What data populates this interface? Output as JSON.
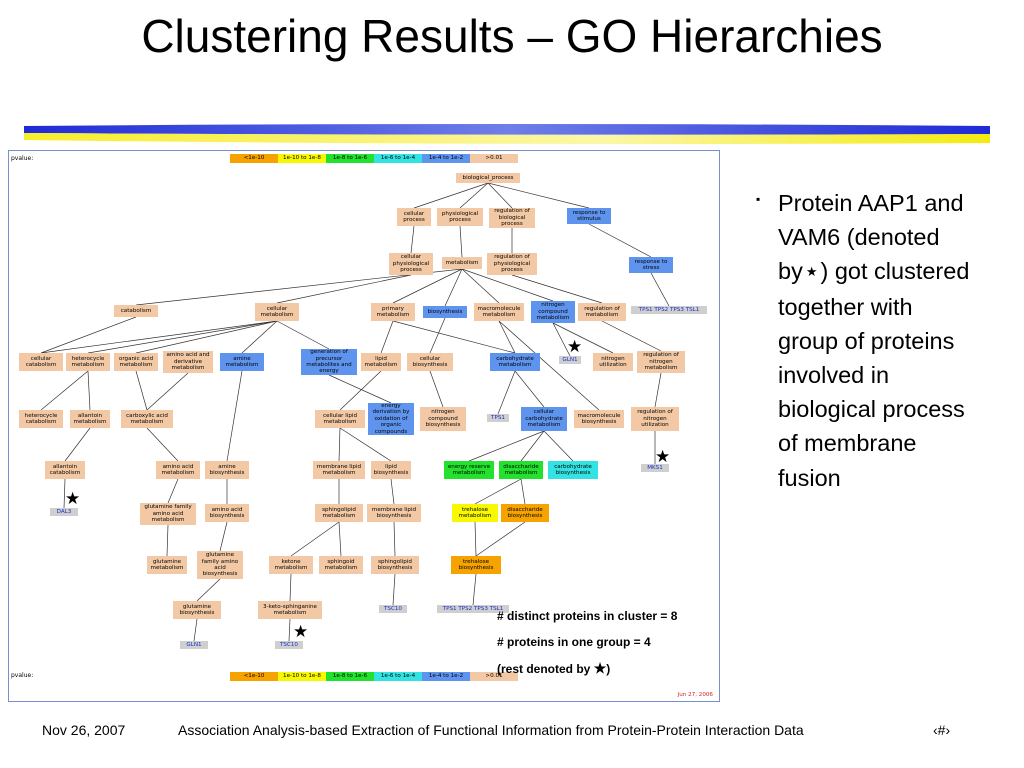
{
  "title": "Clustering Results – GO Hierarchies",
  "diagram": {
    "pvalue_label": "pvalue:",
    "legend": [
      {
        "label": "<1e-10",
        "color": "#f6a300"
      },
      {
        "label": "1e-10 to 1e-8",
        "color": "#f8f800"
      },
      {
        "label": "1e-8 to 1e-6",
        "color": "#22e22e"
      },
      {
        "label": "1e-6 to 1e-4",
        "color": "#33e3e3"
      },
      {
        "label": "1e-4 to 1e-2",
        "color": "#5f94ee"
      },
      {
        "label": ">0.01",
        "color": "#f2c9a4"
      }
    ],
    "nodes": {
      "biological_process": "biological_process",
      "cellular_process": "cellular process",
      "physiological_process": "physiological process",
      "regulation_biological_process": "regulation of biological process",
      "response_to_stimulus": "response to stimulus",
      "cellular_physiological_process": "cellular physiological process",
      "metabolism": "metabolism",
      "regulation_physiological_process": "regulation of physiological process",
      "response_to_stress": "response to stress",
      "catabolism": "catabolism",
      "cellular_metabolism": "cellular metabolism",
      "primary_metabolism": "primary metabolism",
      "biosynthesis": "biosynthesis",
      "macromolecule_metabolism": "macromolecule metabolism",
      "nitrogen_compound_metabolism": "nitrogen compound metabolism",
      "regulation_of_metabolism": "regulation of metabolism",
      "genes_tps": "TPS1 TPS2 TPS3 TSL1",
      "cellular_catabolism": "cellular catabolism",
      "heterocycle_metabolism": "heterocycle metabolism",
      "organic_acid_metabolism": "organic acid metabolism",
      "amino_acid_derivative_metabolism": "amino acid and derivative metabolism",
      "amine_metabolism": "amine metabolism",
      "generation_precursor": "generation of precursor metabolites and energy",
      "lipid_metabolism": "lipid metabolism",
      "cellular_biosynthesis": "cellular biosynthesis",
      "carbohydrate_metabolism": "carbohydrate metabolism",
      "gene_gln1_top": "GLN1",
      "nitrogen_utilization": "nitrogen utilization",
      "regulation_nitrogen_metabolism": "regulation of nitrogen metabolism",
      "heterocycle_catabolism": "heterocycle catabolism",
      "allantoin_metabolism": "allantoin metabolism",
      "carboxylic_acid_metabolism": "carboxylic acid metabolism",
      "cellular_lipid_metabolism": "cellular lipid metabolism",
      "energy_derivation": "energy derivation by oxidation of organic compounds",
      "nitrogen_compound_biosynthesis": "nitrogen compound biosynthesis",
      "gene_tps1": "TPS1",
      "cellular_carbohydrate_metabolism": "cellular carbohydrate metabolism",
      "macromolecule_biosynthesis": "macromolecule biosynthesis",
      "regulation_nitrogen_utilization": "regulation of nitrogen utilization",
      "allantoin_catabolism": "allantoin catabolism",
      "amino_acid_metabolism": "amino acid metabolism",
      "amine_biosynthesis": "amine biosynthesis",
      "membrane_lipid_metabolism": "membrane lipid metabolism",
      "lipid_biosynthesis": "lipid biosynthesis",
      "energy_reserve_metabolism": "energy reserve metabolism",
      "disaccharide_metabolism": "disaccharide metabolism",
      "carbohydrate_biosynthesis": "carbohydrate biosynthesis",
      "gene_mks1": "MKS1",
      "gene_dal3": "DAL3",
      "glutamine_family_aa_metabolism": "glutamine family amino acid metabolism",
      "amino_acid_biosynthesis": "amino acid biosynthesis",
      "sphingolipid_metabolism": "sphingolipid metabolism",
      "membrane_lipid_biosynthesis": "membrane lipid biosynthesis",
      "trehalose_metabolism": "trehalose metabolism",
      "disaccharide_biosynthesis": "disaccharide biosynthesis",
      "glutamine_metabolism": "glutamine metabolism",
      "glutamine_family_aa_biosynthesis": "glutamine family amino acid biosynthesis",
      "ketone_metabolism": "ketone metabolism",
      "sphingoid_metabolism": "sphingoid metabolism",
      "sphingolipid_biosynthesis": "sphingolipid biosynthesis",
      "trehalose_biosynthesis": "trehalose biosynthesis",
      "glutamine_biosynthesis": "glutamine biosynthesis",
      "keto_sphinganine_metabolism": "3-keto-sphinganine metabolism",
      "gene_tsc10_mid": "TSC10",
      "genes_tps_bottom": "TPS1 TPS2 TPS3 TSL1",
      "gene_gln1_bottom": "GLN1",
      "gene_tsc10_bottom": "TSC10"
    },
    "date": "Jun 27, 2006",
    "star_glyph": "★"
  },
  "notes": {
    "line1": "# distinct proteins in cluster = 8",
    "line2": "# proteins in one group = 4",
    "line3_pre": "(rest denoted  by ",
    "line3_post": ")"
  },
  "bullet": {
    "marker": "▪",
    "pre": "Protein AAP1 and VAM6 (denoted by",
    "post": ") got clustered together with group of proteins involved in biological process of membrane fusion"
  },
  "footer": {
    "date": "Nov 26, 2007",
    "text": "Association Analysis-based Extraction of Functional Information from Protein-Protein Interaction Data",
    "page": "‹#›"
  }
}
